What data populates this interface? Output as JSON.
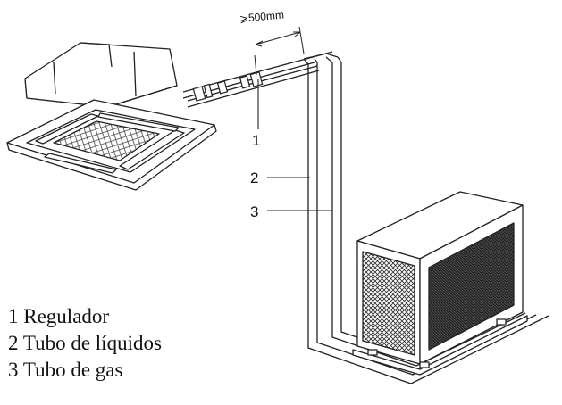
{
  "dimension": "⩾500mm",
  "callouts": [
    "1",
    "2",
    "3"
  ],
  "legend": [
    {
      "num": "1",
      "text": "Regulador"
    },
    {
      "num": "2",
      "text": "Tubo de líquidos"
    },
    {
      "num": "3",
      "text": "Tubo de gas"
    }
  ]
}
